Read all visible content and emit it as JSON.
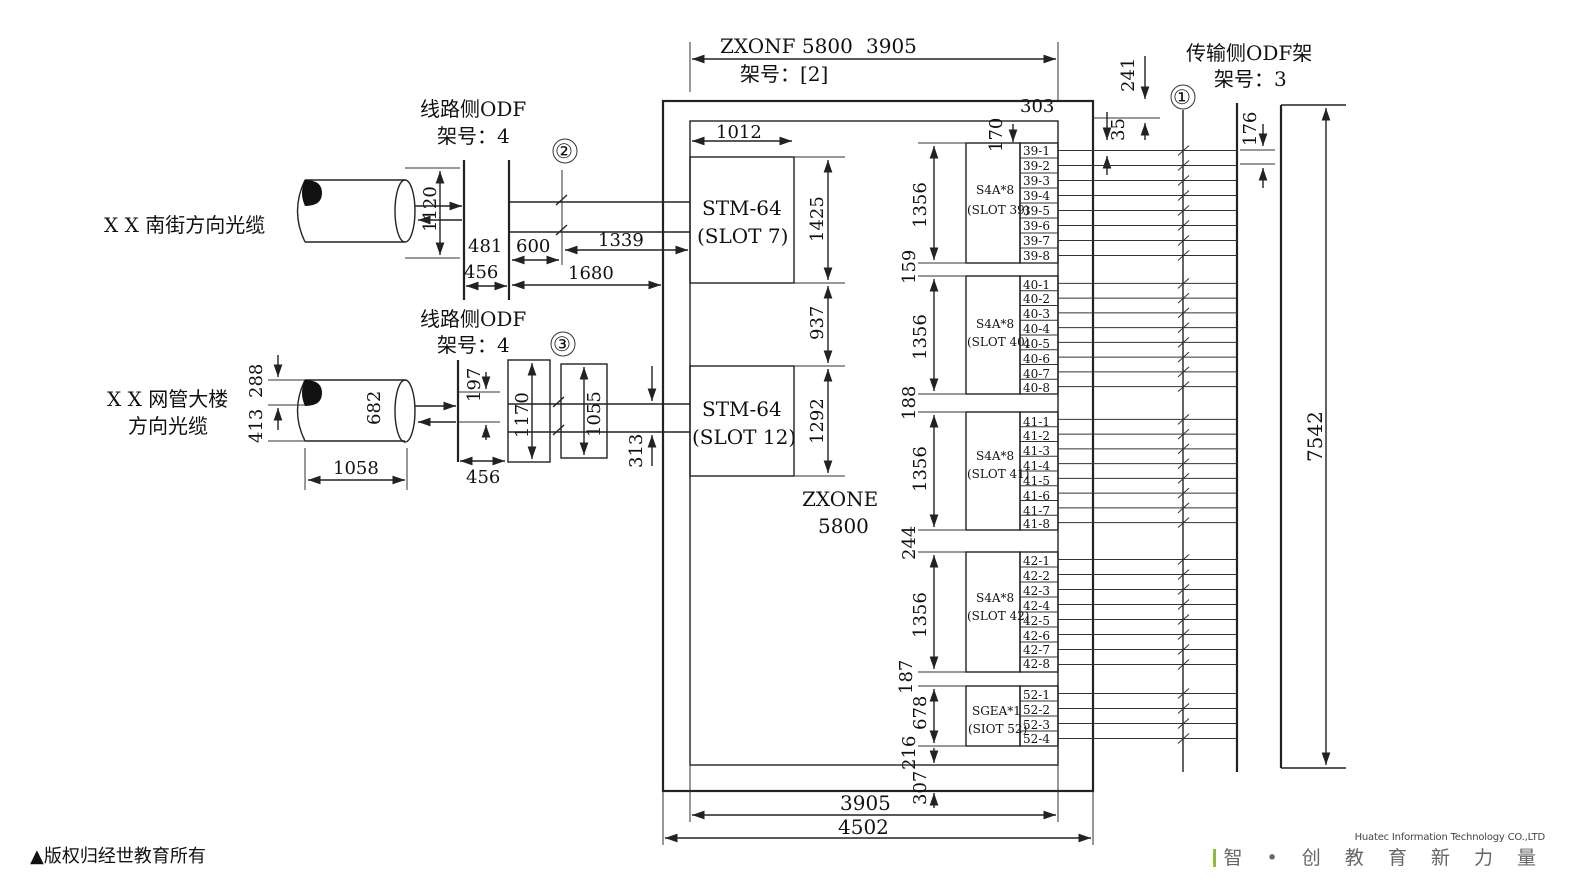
{
  "header": {
    "equipment": "ZXONF 5800",
    "top_width": "3905",
    "rack_label": "架号：[2]"
  },
  "odf_line_1": {
    "title": "线路侧ODF",
    "rack": "架号：4",
    "marker": "②"
  },
  "odf_line_2": {
    "title": "线路侧ODF",
    "rack": "架号：4",
    "marker": "③"
  },
  "odf_transmission": {
    "title": "传输侧ODF架",
    "rack": "架号：3",
    "marker": "①"
  },
  "cable_1": {
    "label": "X X 南街方向光缆"
  },
  "cable_2": {
    "label_line1": "X X 网管大楼",
    "label_line2": "方向光缆"
  },
  "boards": [
    {
      "name": "STM-64",
      "slot": "(SLOT 7)"
    },
    {
      "name": "STM-64",
      "slot": "(SLOT 12)"
    }
  ],
  "rack_name": {
    "line1": "ZXONE",
    "line2": "5800"
  },
  "tributary_boards": [
    {
      "name": "S4A*8",
      "slot": "(SLOT 39)",
      "ports": [
        "39-1",
        "39-2",
        "39-3",
        "39-4",
        "39-5",
        "39-6",
        "39-7",
        "39-8"
      ]
    },
    {
      "name": "S4A*8",
      "slot": "(SLOT 40)",
      "ports": [
        "40-1",
        "40-2",
        "40-3",
        "40-4",
        "40-5",
        "40-6",
        "40-7",
        "40-8"
      ]
    },
    {
      "name": "S4A*8",
      "slot": "(SLOT 41)",
      "ports": [
        "41-1",
        "41-2",
        "41-3",
        "41-4",
        "41-5",
        "41-6",
        "41-7",
        "41-8"
      ]
    },
    {
      "name": "S4A*8",
      "slot": "(SLOT 42)",
      "ports": [
        "42-1",
        "42-2",
        "42-3",
        "42-4",
        "42-5",
        "42-6",
        "42-7",
        "42-8"
      ]
    },
    {
      "name": "SGEA*1",
      "slot": "(SIOT 52)",
      "ports": [
        "52-1",
        "52-2",
        "52-3",
        "52-4"
      ]
    }
  ],
  "dimensions": {
    "d303": "303",
    "d241": "241",
    "d35": "35",
    "d176": "176",
    "d170": "170",
    "d1012": "1012",
    "d1425": "1425",
    "d937": "937",
    "d1292": "1292",
    "d1356a": "1356",
    "d159": "159",
    "d1356b": "1356",
    "d188": "188",
    "d1356c": "1356",
    "d244": "244",
    "d1356d": "1356",
    "d187": "187",
    "d678": "678",
    "d216": "216",
    "d307": "307",
    "d1120": "1120",
    "d481": "481",
    "d600": "600",
    "d1339": "1339",
    "d456a": "456",
    "d1680": "1680",
    "d288": "288",
    "d413": "413",
    "d682": "682",
    "d197": "197",
    "d1170": "1170",
    "d1055": "1055",
    "d313": "313",
    "d1058": "1058",
    "d456b": "456",
    "d7542": "7542",
    "bottom_inner": "3905",
    "bottom_outer": "4502"
  },
  "footer": {
    "copyright": "▲版权归经世教育所有",
    "brand_en": "Huatec Information Technology CO.,LTD",
    "brand_cn": "智 • 创 教 育 新 力 量"
  }
}
